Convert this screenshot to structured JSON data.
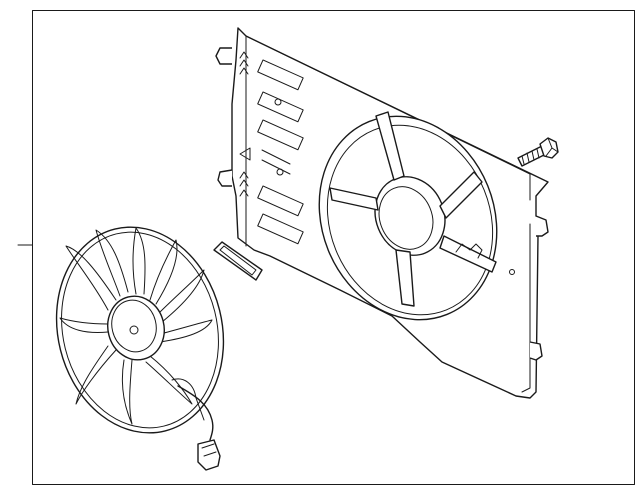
{
  "diagram": {
    "parts": [
      {
        "id": "fan-shroud",
        "name": "fan-shroud"
      },
      {
        "id": "fan-assembly",
        "name": "fan-assembly"
      },
      {
        "id": "mounting-bolt",
        "name": "mounting-bolt"
      },
      {
        "id": "seal-strip",
        "name": "seal-strip"
      },
      {
        "id": "wiring-connector",
        "name": "wiring-connector"
      }
    ],
    "fan_blade_count": 10,
    "colors": {
      "line": "#1a1a1a",
      "background": "#ffffff"
    }
  }
}
